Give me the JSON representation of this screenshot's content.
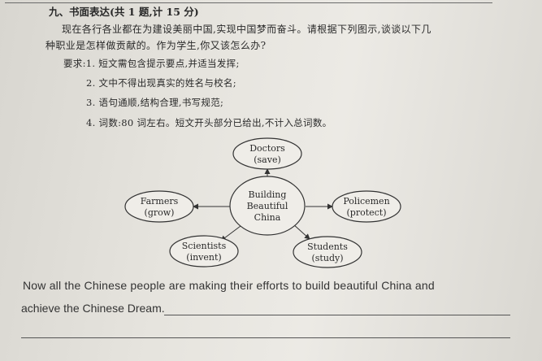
{
  "section": {
    "heading": "九、书面表达(共 1 题,计 15 分)"
  },
  "prompt": {
    "line1": "现在各行各业都在为建设美丽中国,实现中国梦而奋斗。请根据下列图示,谈谈以下几",
    "line2": "种职业是怎样做贡献的。作为学生,你又该怎么办?"
  },
  "requirements": {
    "r1": "要求:1. 短文需包含提示要点,并适当发挥;",
    "r2": "2. 文中不得出现真实的姓名与校名;",
    "r3": "3. 语句通顺,结构合理,书写规范;",
    "r4": "4. 词数:80 词左右。短文开头部分已给出,不计入总词数。"
  },
  "diagram": {
    "center": [
      "Building",
      "Beautiful",
      "China"
    ],
    "doctors": [
      "Doctors",
      "(save)"
    ],
    "farmers": [
      "Farmers",
      "(grow)"
    ],
    "policemen": [
      "Policemen",
      "(protect)"
    ],
    "scientists": [
      "Scientists",
      "(invent)"
    ],
    "students": [
      "Students",
      "(study)"
    ]
  },
  "essay": {
    "line1": "Now all the Chinese people are making their efforts to build beautiful China and",
    "line2": "achieve the Chinese Dream."
  }
}
